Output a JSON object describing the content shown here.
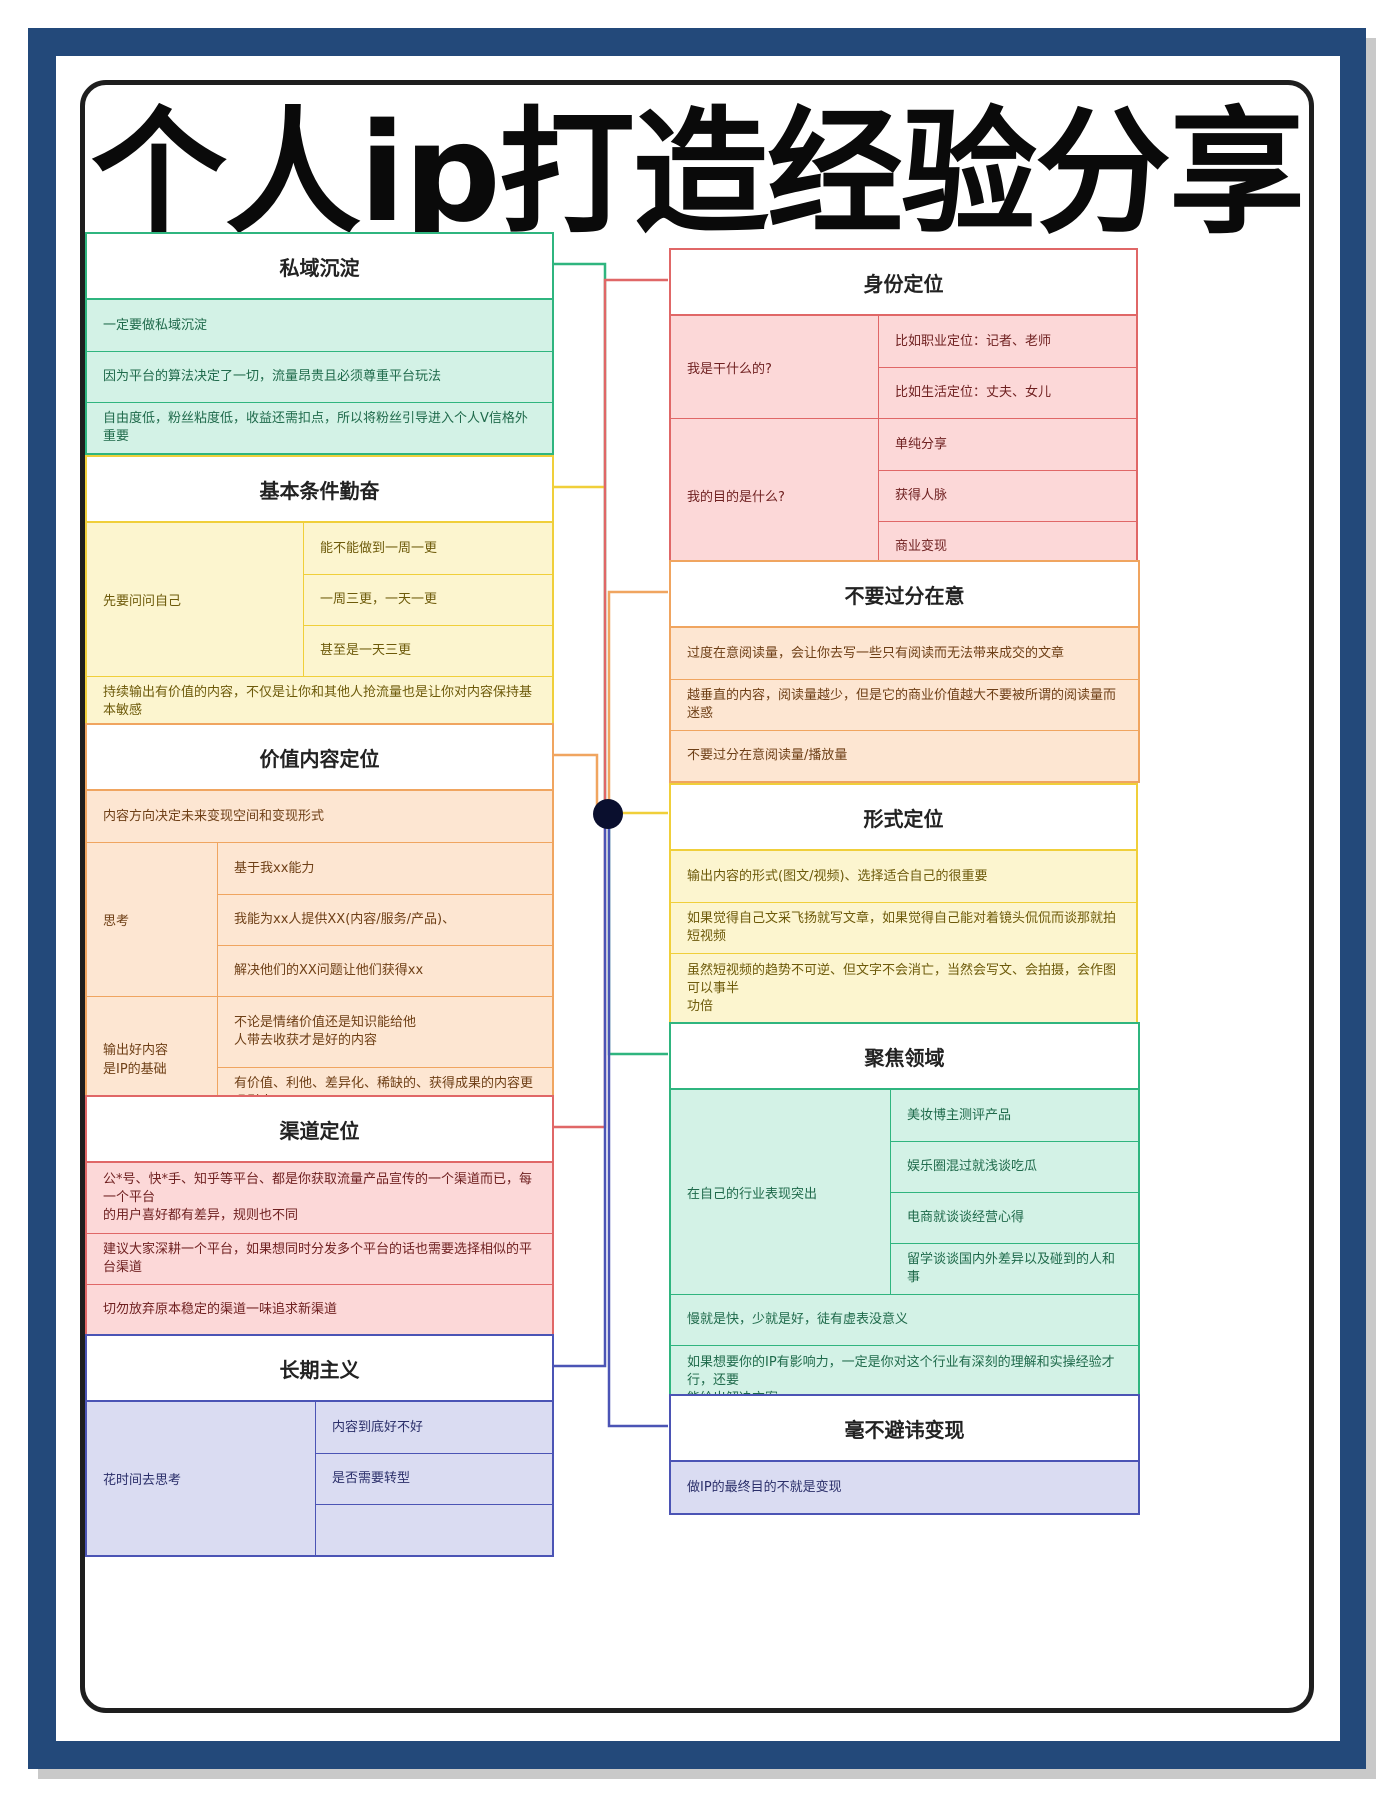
{
  "title": "个人ip打造经验分享",
  "colors": {
    "frame": "#23497a",
    "green": "#2fb57f",
    "yellow": "#f0cf3a",
    "orange": "#f0a560",
    "red": "#e06767",
    "blue": "#4b54b5",
    "hub": "#0a0f2e"
  },
  "left": {
    "private": {
      "title": "私域沉淀",
      "rows": [
        "一定要做私域沉淀",
        "因为平台的算法决定了一切，流量昂贵且必须尊重平台玩法",
        "自由度低，粉丝粘度低，收益还需扣点，所以将粉丝引导进入个人V信格外重要"
      ]
    },
    "diligence": {
      "title": "基本条件勤奋",
      "group_label": "先要问问自己",
      "group_items": [
        "能不能做到一周一更",
        "一周三更，一天一更",
        "甚至是一天三更"
      ],
      "footer": "持续输出有价值的内容，不仅是让你和其他人抢流量也是让你对内容保持基本敏感"
    },
    "value": {
      "title": "价值内容定位",
      "intro": "内容方向决定未来变现空间和变现形式",
      "think_label": "思考",
      "think_items": [
        "基于我xx能力",
        "我能为xx人提供XX(内容/服务/产品)、",
        "解决他们的XX问题让他们获得xx"
      ],
      "output_label_1": "输出好内容",
      "output_label_2": "是IP的基础",
      "output_item_1a": "不论是情绪价值还是知识能给他",
      "output_item_1b": "人带去收获才是好的内容",
      "output_item_2": "有价值、利他、差异化、稀缺的、获得成果的内容更吸引人"
    },
    "channel": {
      "title": "渠道定位",
      "row1a": "公*号、快*手、知乎等平台、都是你获取流量产品宣传的一个渠道而已，每一个平台",
      "row1b": "的用户喜好都有差异，规则也不同",
      "row2": "建议大家深耕一个平台，如果想同时分发多个平台的话也需要选择相似的平台渠道",
      "row3": "切勿放弃原本稳定的渠道一味追求新渠道"
    },
    "longterm": {
      "title": "长期主义",
      "group_label": "花时间去思考",
      "group_items": [
        "内容到底好不好",
        "是否需要转型"
      ]
    }
  },
  "right": {
    "identity": {
      "title": "身份定位",
      "q1": "我是干什么的?",
      "q1_items": [
        "比如职业定位：记者、老师",
        "比如生活定位：丈夫、女儿"
      ],
      "q2": "我的目的是什么?",
      "q2_items": [
        "单纯分享",
        "获得人脉",
        "商业变现"
      ]
    },
    "dontcare": {
      "title": "不要过分在意",
      "rows": [
        "过度在意阅读量，会让你去写一些只有阅读而无法带来成交的文章",
        "越垂直的内容，阅读量越少，但是它的商业价值越大不要被所谓的阅读量而迷惑",
        "不要过分在意阅读量/播放量"
      ]
    },
    "format": {
      "title": "形式定位",
      "row1": "输出内容的形式(图文/视频)、选择适合自己的很重要",
      "row2": "如果觉得自己文采飞扬就写文章，如果觉得自己能对着镜头侃侃而谈那就拍短视频",
      "row3a": "虽然短视频的趋势不可逆、但文字不会消亡，当然会写文、会拍摄，会作图可以事半",
      "row3b": "功倍"
    },
    "focus": {
      "title": "聚焦领域",
      "group_label": "在自己的行业表现突出",
      "group_items": [
        "美妆博主测评产品",
        "娱乐圈混过就浅谈吃瓜",
        "电商就谈谈经营心得",
        "留学谈谈国内外差异以及碰到的人和事"
      ],
      "row1": "慢就是快，少就是好，徒有虚表没意义",
      "row2a": "如果想要你的IP有影响力，一定是你对这个行业有深刻的理解和实操经验才行，还要",
      "row2b": "能给出解决方案"
    },
    "monetize": {
      "title": "毫不避讳变现",
      "row1": "做IP的最终目的不就是变现"
    }
  }
}
